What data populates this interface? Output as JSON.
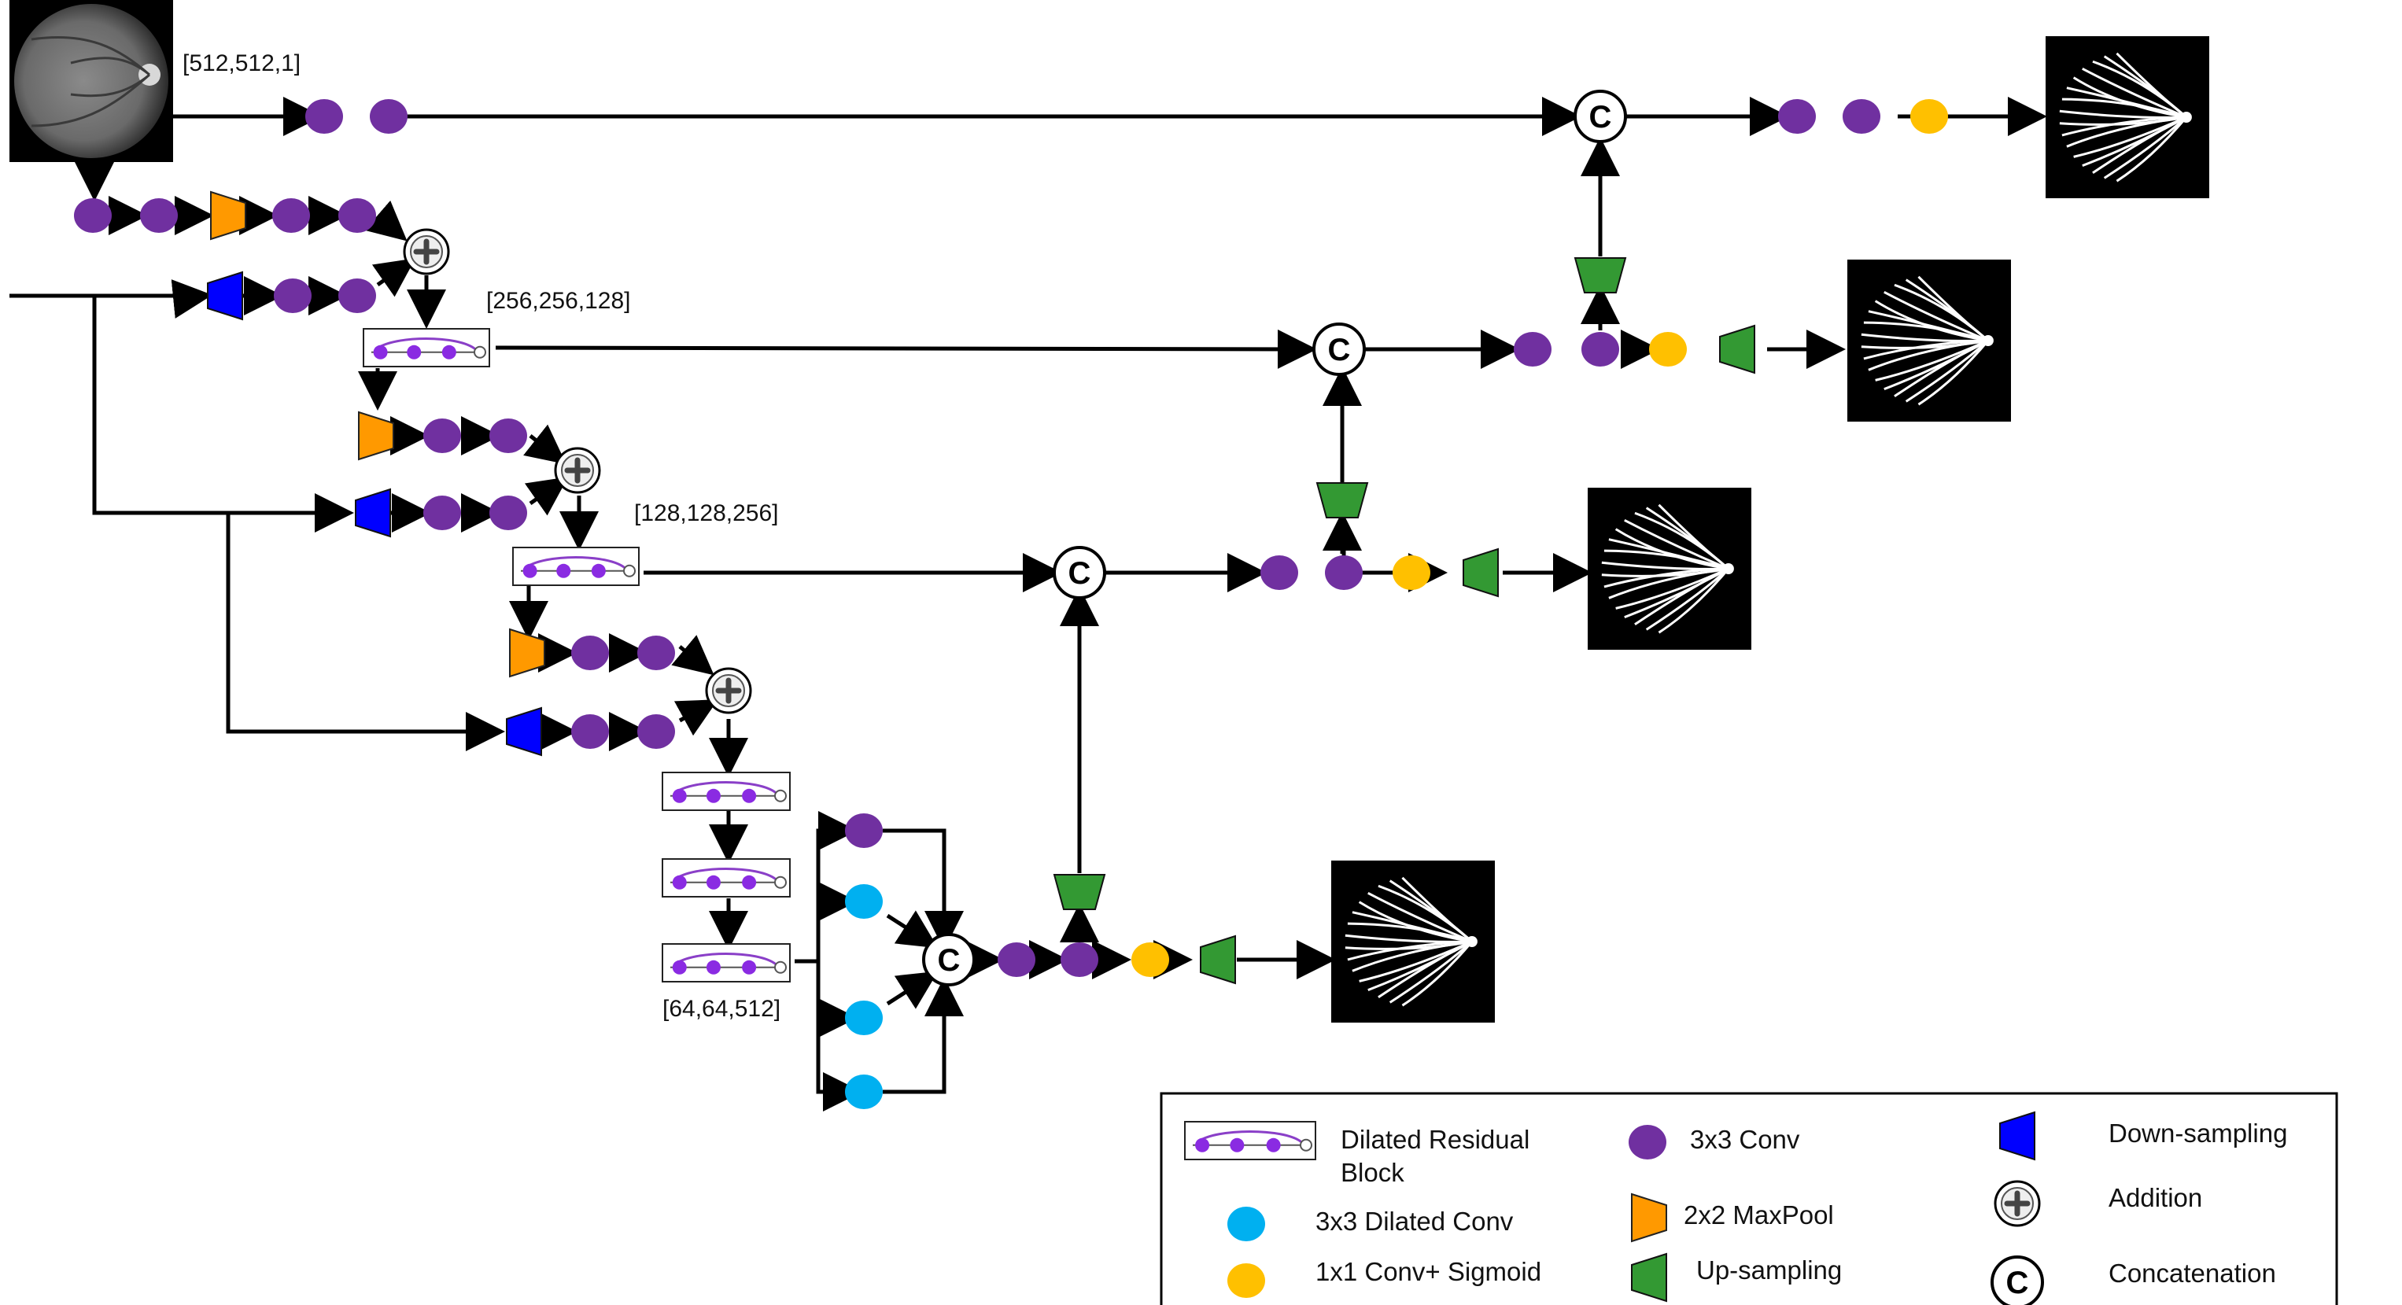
{
  "colors": {
    "conv": "#7030a0",
    "dilated": "#00b0f0",
    "sigmoid": "#ffc000",
    "maxpool": "#ff9900",
    "upsample": "#339933",
    "downsample": "#0000ff",
    "line": "#000000"
  },
  "labels": {
    "in0": "[512,512,1]",
    "l1": "[256,256,128]",
    "l2": "[128,128,256]",
    "l3": "[64,64,512]"
  },
  "concat_symbol": "C",
  "legend": {
    "drb_line1": "Dilated Residual",
    "drb_line2": "Block",
    "dilated_conv": "3x3 Dilated Conv",
    "sigmoid": "1x1 Conv+ Sigmoid",
    "conv": "3x3 Conv",
    "maxpool": "2x2 MaxPool",
    "upsampling": "Up-sampling",
    "downsampling": "Down-sampling",
    "addition": "Addition",
    "concatenation": "Concatenation"
  }
}
